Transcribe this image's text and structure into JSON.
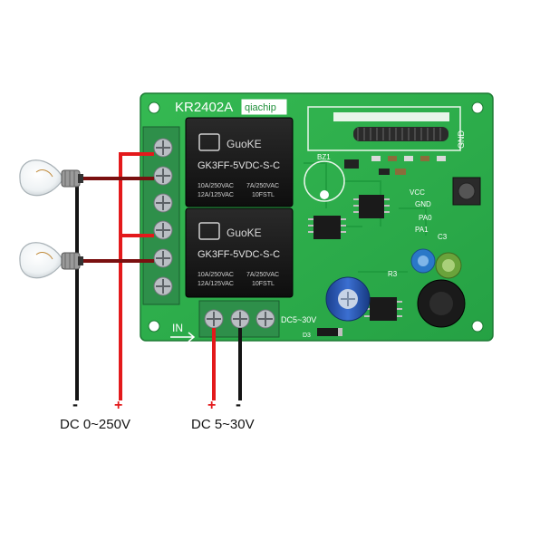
{
  "board": {
    "model": "KR2402A",
    "brand": "qiachip",
    "colors": {
      "pcb": "#2bb04a",
      "pcb_dark": "#1f8f3a",
      "relay": "#1a1a1a",
      "terminal": "#2e8f4a"
    }
  },
  "relays": [
    {
      "logo": "GuoKE",
      "model": "GK3FF-5VDC-S-C",
      "spec_left_1": "10A/250VAC",
      "spec_left_2": "12A/125VAC",
      "spec_right_1": "7A/250VAC",
      "spec_right_2": "10FSTL"
    },
    {
      "logo": "GuoKE",
      "model": "GK3FF-5VDC-S-C",
      "spec_left_1": "10A/250VAC",
      "spec_left_2": "12A/125VAC",
      "spec_right_1": "7A/250VAC",
      "spec_right_2": "10FSTL"
    }
  ],
  "silkscreen": {
    "gnd": "GND",
    "bz": "BZ1",
    "vcc": "VCC",
    "gnd2": "GND",
    "pa0": "PA0",
    "pa1": "PA1",
    "c3": "C3",
    "r3": "R3",
    "dc_range": "DC5~30V",
    "in": "IN",
    "d3": "D3"
  },
  "labels": {
    "minus": "-",
    "plus": "+",
    "load_supply": "DC 0~250V",
    "board_supply": "DC 5~30V"
  },
  "colors": {
    "wire_red": "#e3191b",
    "wire_black": "#141414",
    "wire_dark_red": "#7a1010"
  }
}
